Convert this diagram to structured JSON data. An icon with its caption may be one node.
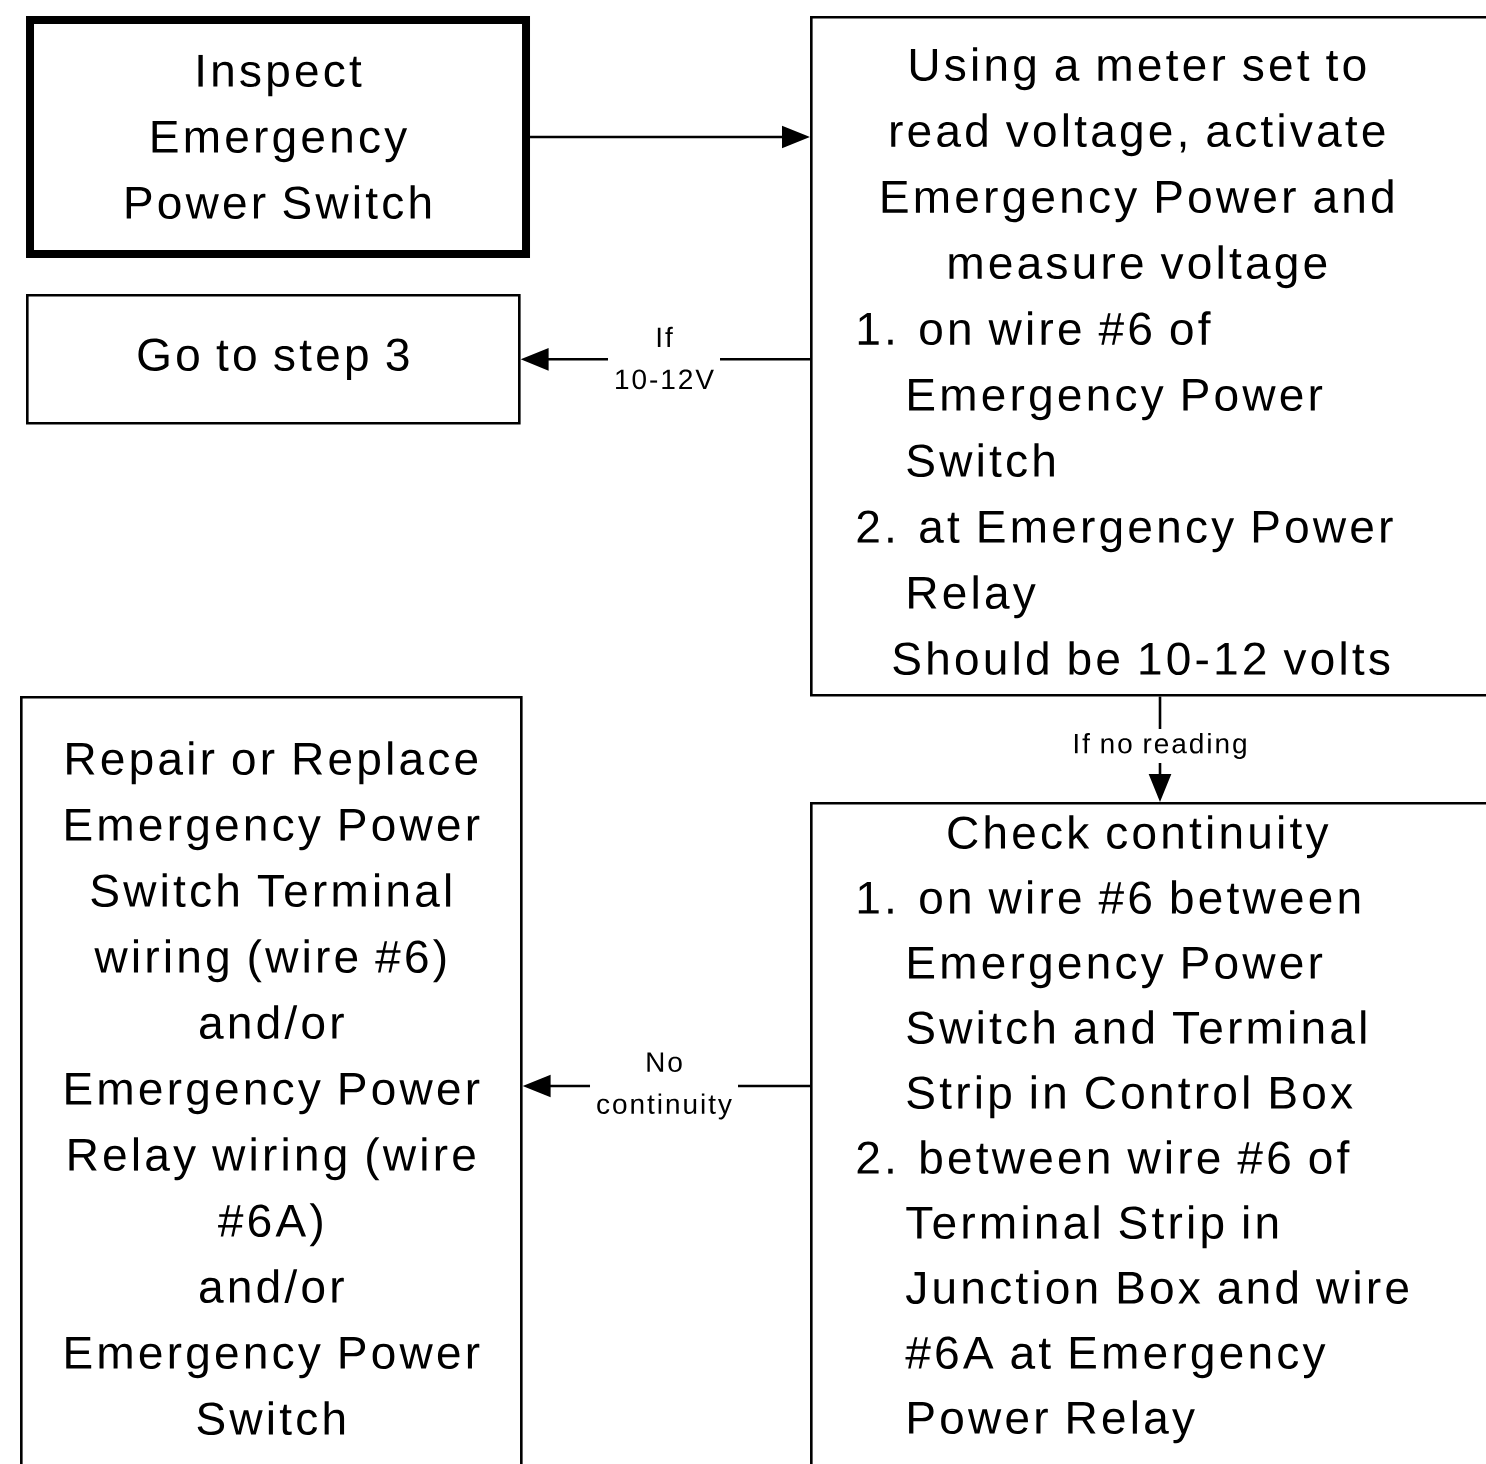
{
  "diagram": {
    "nodes": [
      {
        "text": [
          "Inspect Emergency Power Switch"
        ]
      },
      {
        "text": [
          "Using a meter set to read voltage, activate Emergency Power and measure voltage",
          "1. on wire #6 of Emergency Power Switch",
          "2. at Emergency Power Relay",
          "Should be 10-12 volts"
        ]
      },
      {
        "text": [
          "Go to step 3"
        ]
      },
      {
        "text": [
          "Repair or Replace Emergency Power Switch Terminal wiring (wire #6)",
          "and/or",
          "Emergency Power Relay wiring (wire #6A)",
          "and/or",
          "Emergency Power Switch"
        ]
      },
      {
        "text": [
          "Check continuity",
          "1. on wire #6 between Emergency Power Switch and Terminal Strip in Control Box",
          "2. between wire #6 of Terminal Strip in Junction Box and wire #6A at Emergency Power Relay"
        ]
      }
    ],
    "edges": [
      {
        "from": 0,
        "to": 1,
        "arrow": "to"
      },
      {
        "from": 1,
        "to": 2,
        "arrow": "to",
        "label": "If 10-12V"
      },
      {
        "from": 1,
        "to": 4,
        "arrow": "to",
        "label": "If no reading"
      },
      {
        "from": 4,
        "to": 3,
        "arrow": "to",
        "label": "No continuity"
      }
    ]
  }
}
